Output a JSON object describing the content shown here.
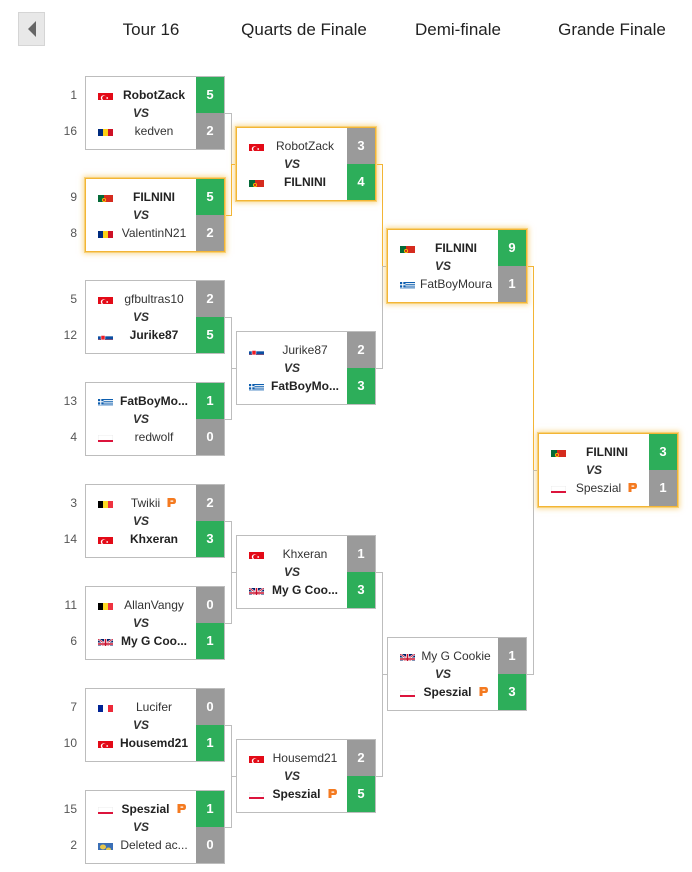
{
  "nav": {
    "back_icon": "chevron-left-icon"
  },
  "rounds": [
    "Tour 16",
    "Quarts de Finale",
    "Demi-finale",
    "Grande Finale"
  ],
  "vs_label": "VS",
  "colors": {
    "win": "#2dae5a",
    "loss": "#9a9a9a",
    "highlight": "#f3b535",
    "line": "#bdbdbd",
    "highlight_line": "#f3b535"
  },
  "matches": [
    {
      "round": 0,
      "slot": 0,
      "highlighted": false,
      "top": {
        "seed": "1",
        "name": "RobotZack",
        "flag": "tr",
        "score": "5",
        "winner": true
      },
      "bottom": {
        "seed": "16",
        "name": "kedven",
        "flag": "ro",
        "score": "2",
        "winner": false
      }
    },
    {
      "round": 0,
      "slot": 1,
      "highlighted": true,
      "top": {
        "seed": "9",
        "name": "FILNINI",
        "flag": "pt",
        "score": "5",
        "winner": true
      },
      "bottom": {
        "seed": "8",
        "name": "ValentinN21",
        "flag": "ro",
        "score": "2",
        "winner": false
      }
    },
    {
      "round": 0,
      "slot": 2,
      "highlighted": false,
      "top": {
        "seed": "5",
        "name": "gfbultras10",
        "flag": "tr",
        "score": "2",
        "winner": false
      },
      "bottom": {
        "seed": "12",
        "name": "Jurike87",
        "flag": "sk",
        "score": "5",
        "winner": true
      }
    },
    {
      "round": 0,
      "slot": 3,
      "highlighted": false,
      "top": {
        "seed": "13",
        "name": "FatBoyMo...",
        "flag": "gr",
        "score": "1",
        "winner": true
      },
      "bottom": {
        "seed": "4",
        "name": "redwolf",
        "flag": "pl",
        "score": "0",
        "winner": false
      }
    },
    {
      "round": 0,
      "slot": 4,
      "highlighted": false,
      "top": {
        "seed": "3",
        "name": "Twikii",
        "flag": "be",
        "score": "2",
        "winner": false,
        "icon": "p-badge-icon"
      },
      "bottom": {
        "seed": "14",
        "name": "Khxeran",
        "flag": "tr",
        "score": "3",
        "winner": true
      }
    },
    {
      "round": 0,
      "slot": 5,
      "highlighted": false,
      "top": {
        "seed": "11",
        "name": "AllanVangy",
        "flag": "be",
        "score": "0",
        "winner": false
      },
      "bottom": {
        "seed": "6",
        "name": "My G Coo...",
        "flag": "gb",
        "score": "1",
        "winner": true
      }
    },
    {
      "round": 0,
      "slot": 6,
      "highlighted": false,
      "top": {
        "seed": "7",
        "name": "Lucifer",
        "flag": "fr",
        "score": "0",
        "winner": false
      },
      "bottom": {
        "seed": "10",
        "name": "Housemd21",
        "flag": "tr",
        "score": "1",
        "winner": true
      }
    },
    {
      "round": 0,
      "slot": 7,
      "highlighted": false,
      "top": {
        "seed": "15",
        "name": "Speszial",
        "flag": "pl",
        "score": "1",
        "winner": true,
        "icon": "p-badge-icon"
      },
      "bottom": {
        "seed": "2",
        "name": "Deleted ac...",
        "flag": "world",
        "score": "0",
        "winner": false
      }
    },
    {
      "round": 1,
      "slot": 0,
      "highlighted": true,
      "top": {
        "name": "RobotZack",
        "flag": "tr",
        "score": "3",
        "winner": false
      },
      "bottom": {
        "name": "FILNINI",
        "flag": "pt",
        "score": "4",
        "winner": true
      }
    },
    {
      "round": 1,
      "slot": 1,
      "highlighted": false,
      "top": {
        "name": "Jurike87",
        "flag": "sk",
        "score": "2",
        "winner": false
      },
      "bottom": {
        "name": "FatBoyMo...",
        "flag": "gr",
        "score": "3",
        "winner": true
      }
    },
    {
      "round": 1,
      "slot": 2,
      "highlighted": false,
      "top": {
        "name": "Khxeran",
        "flag": "tr",
        "score": "1",
        "winner": false
      },
      "bottom": {
        "name": "My G Coo...",
        "flag": "gb",
        "score": "3",
        "winner": true
      }
    },
    {
      "round": 1,
      "slot": 3,
      "highlighted": false,
      "top": {
        "name": "Housemd21",
        "flag": "tr",
        "score": "2",
        "winner": false
      },
      "bottom": {
        "name": "Speszial",
        "flag": "pl",
        "score": "5",
        "winner": true,
        "icon": "p-badge-icon"
      }
    },
    {
      "round": 2,
      "slot": 0,
      "highlighted": true,
      "top": {
        "name": "FILNINI",
        "flag": "pt",
        "score": "9",
        "winner": true
      },
      "bottom": {
        "name": "FatBoyMoura",
        "flag": "gr",
        "score": "1",
        "winner": false
      }
    },
    {
      "round": 2,
      "slot": 1,
      "highlighted": false,
      "top": {
        "name": "My G Cookie",
        "flag": "gb",
        "score": "1",
        "winner": false
      },
      "bottom": {
        "name": "Speszial",
        "flag": "pl",
        "score": "3",
        "winner": true,
        "icon": "p-badge-icon"
      }
    },
    {
      "round": 3,
      "slot": 0,
      "highlighted": true,
      "top": {
        "name": "FILNINI",
        "flag": "pt",
        "score": "3",
        "winner": true
      },
      "bottom": {
        "name": "Speszial",
        "flag": "pl",
        "score": "1",
        "winner": false,
        "icon": "p-badge-icon"
      }
    }
  ]
}
